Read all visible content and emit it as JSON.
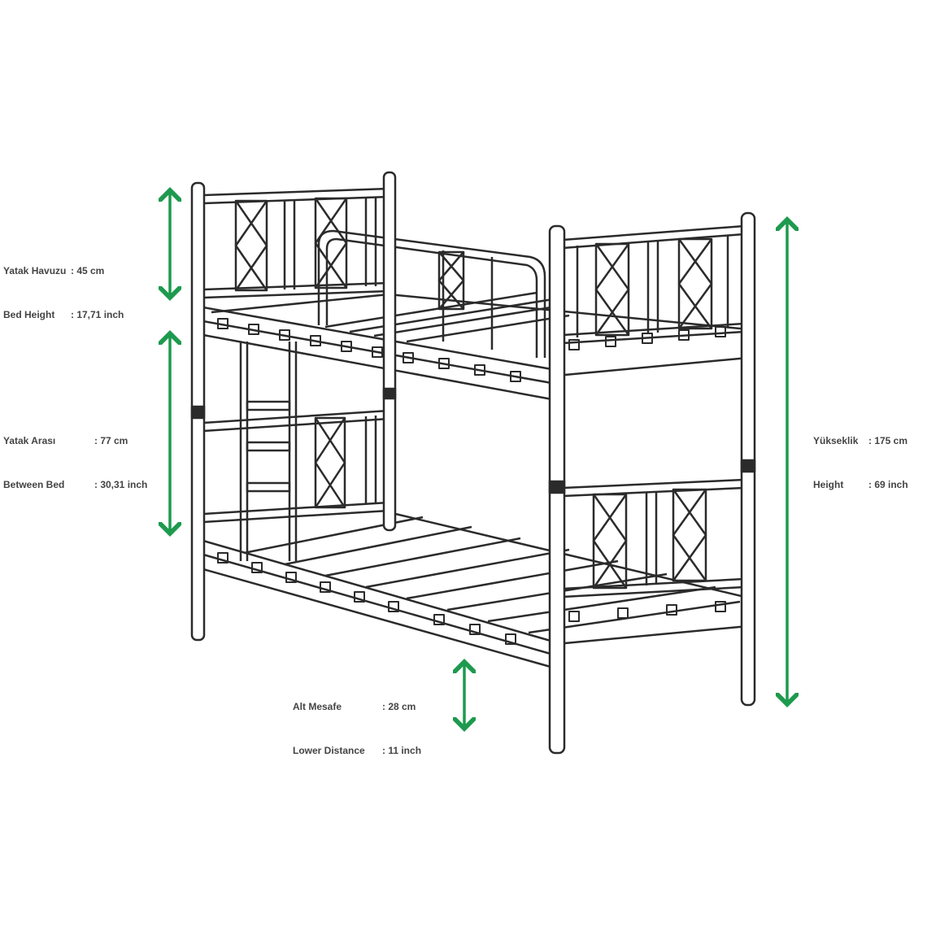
{
  "colors": {
    "arrow": "#1d9a4e",
    "line": "#2b2b2b",
    "label": "#444444"
  },
  "dimensions": {
    "bed_height": {
      "tr_label": "Yatak Havuzu",
      "tr_value": ": 45 cm",
      "en_label": "Bed Height",
      "en_value": ": 17,71 inch"
    },
    "between_bed": {
      "tr_label": "Yatak Arası",
      "tr_value": ": 77 cm",
      "en_label": "Between Bed",
      "en_value": ": 30,31 inch"
    },
    "total_height": {
      "tr_label": "Yükseklik",
      "tr_value": ": 175 cm",
      "en_label": "Height",
      "en_value": ": 69 inch"
    },
    "lower_distance": {
      "tr_label": "Alt Mesafe",
      "tr_value": ": 28 cm",
      "en_label": "Lower Distance",
      "en_value": ": 11 inch"
    }
  }
}
